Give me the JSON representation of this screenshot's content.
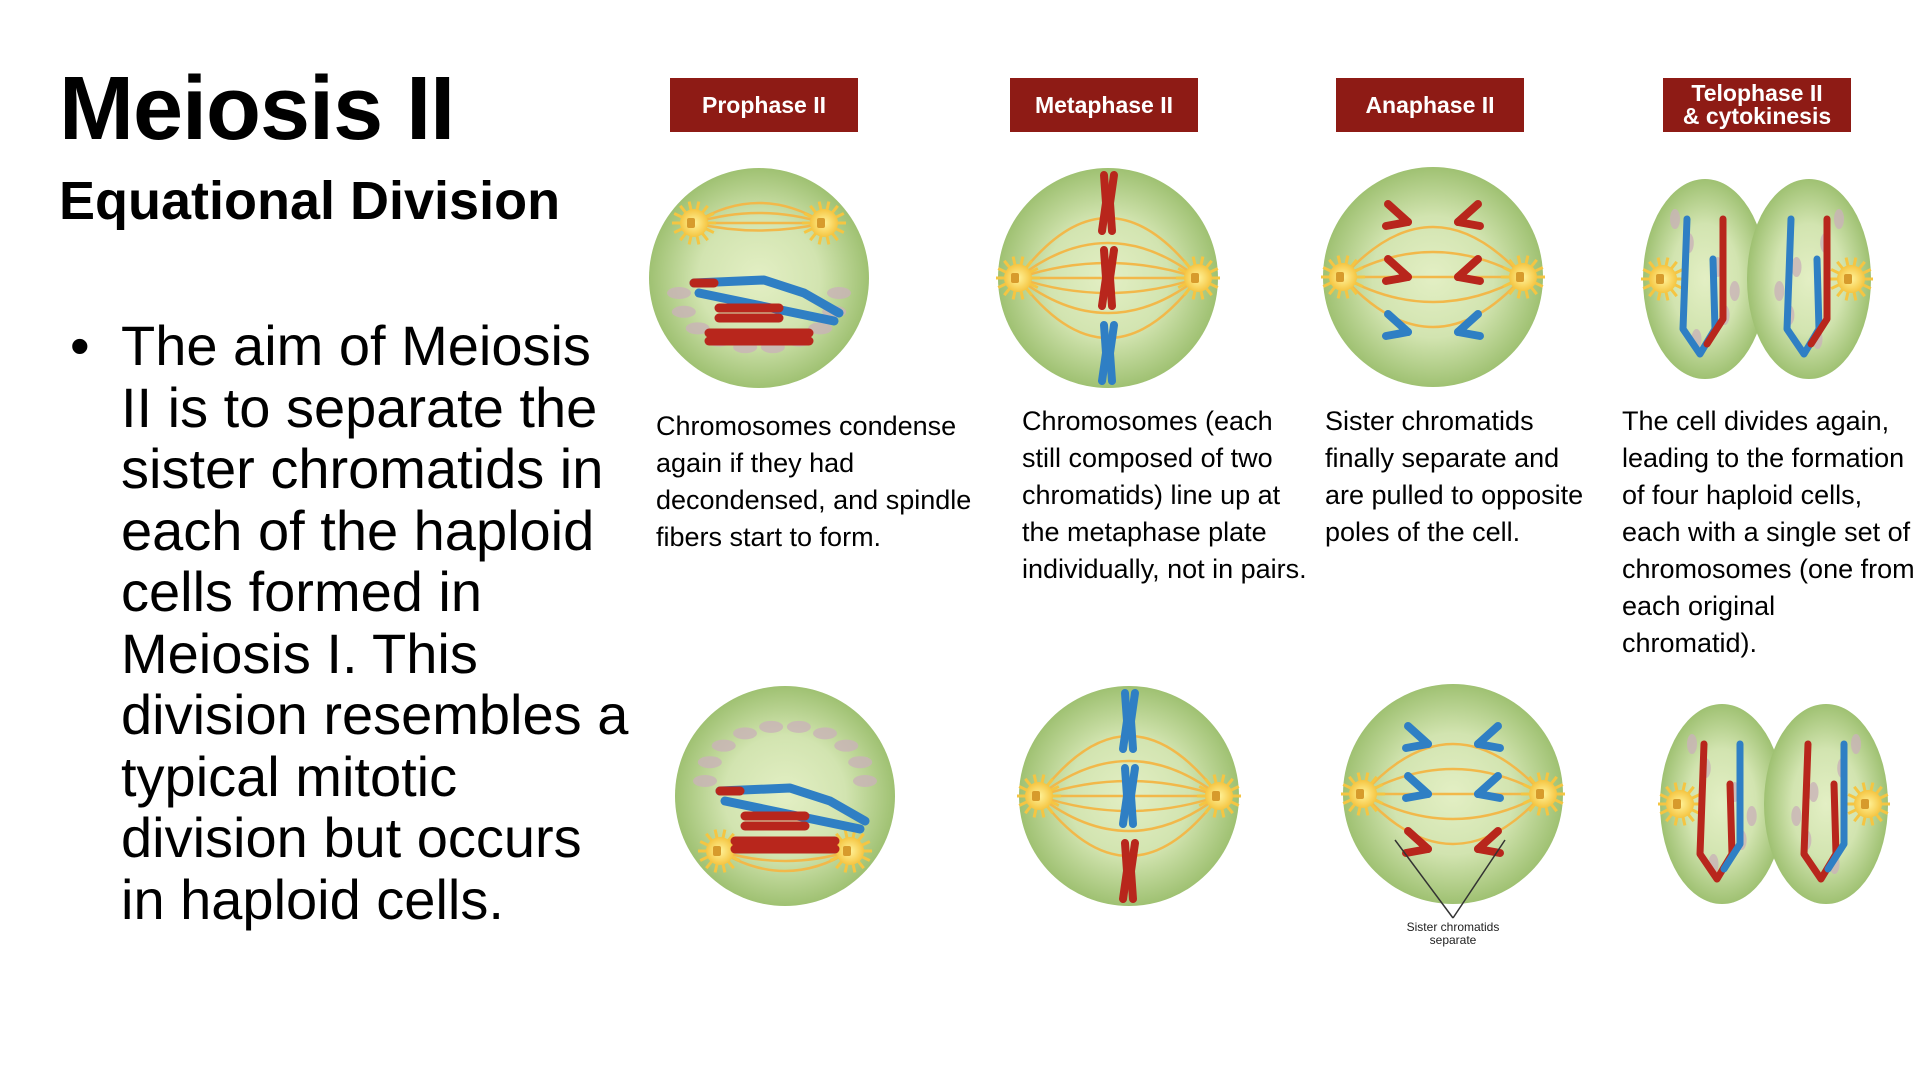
{
  "title": "Meiosis II",
  "subtitle": "Equational Division",
  "bullets": [
    "The aim of Meiosis II is to separate the sister chromatids in each of the haploid cells formed in Meiosis I. This division resembles a typical mitotic division but occurs in haploid cells."
  ],
  "bullet_symbol": "•",
  "stages": [
    {
      "name": "Prophase II",
      "description": "Chromosomes condense again if they had decondensed, and spindle fibers start to form."
    },
    {
      "name": "Metaphase II",
      "description": "Chromosomes (each still composed of two chromatids) line up at the metaphase plate individually, not in pairs."
    },
    {
      "name": "Anaphase II",
      "description": "Sister chromatids finally separate and are pulled to opposite poles of the cell."
    },
    {
      "name_line1": "Telophase II",
      "name_line2": "& cytokinesis",
      "description": "The cell divides again, leading to the formation of four haploid cells, each with a single set of chromosomes (one from each original chromatid)."
    }
  ],
  "annotation": {
    "line1": "Sister chromatids",
    "line2": "separate"
  },
  "colors": {
    "header": "#8e1b15",
    "chrom_red": "#b8261c",
    "chrom_blue": "#2f7fc4",
    "cell": "#a9c97e",
    "spindle": "#f2b84a"
  }
}
